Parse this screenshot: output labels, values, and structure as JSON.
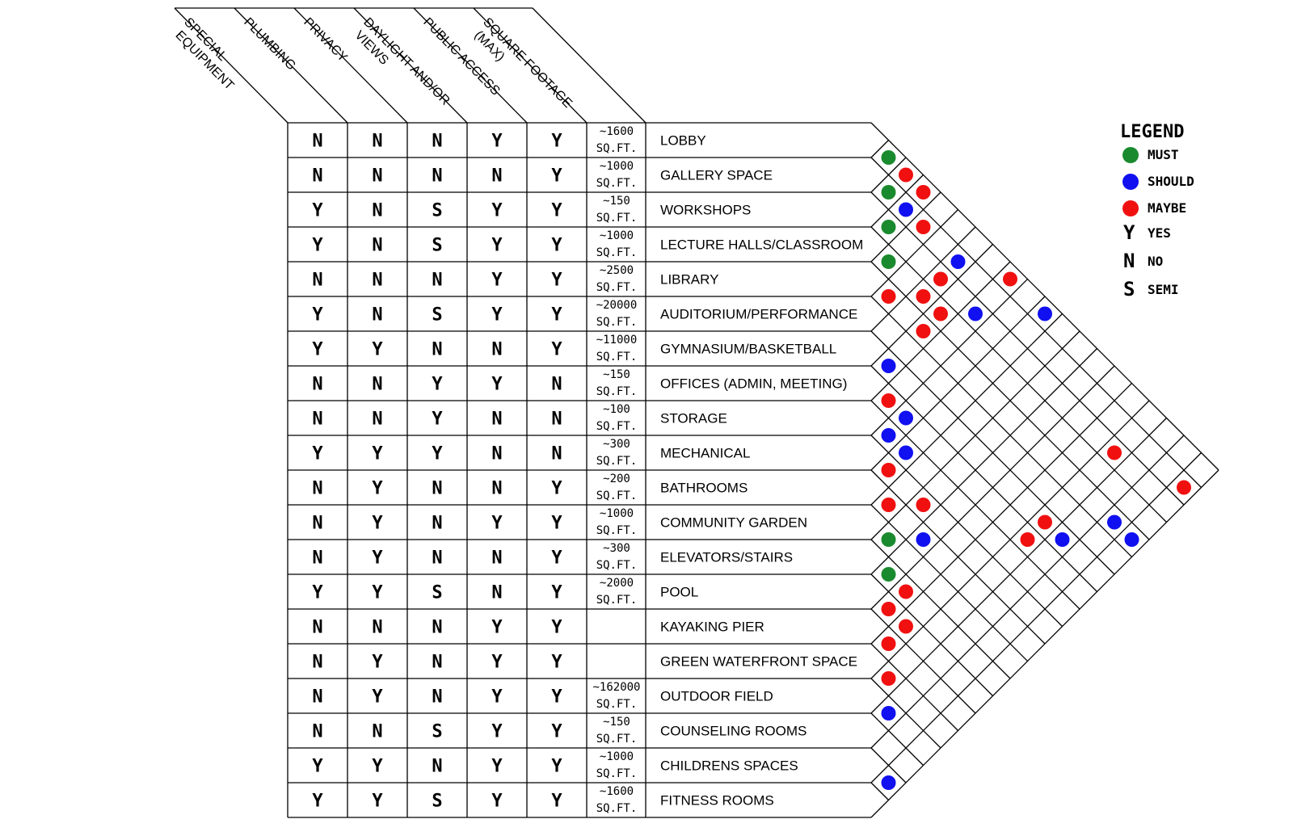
{
  "columns": [
    {
      "key": "special_equipment",
      "lines": [
        "SPECIAL",
        "EQUIPMENT"
      ]
    },
    {
      "key": "plumbing",
      "lines": [
        "PLUMBING"
      ]
    },
    {
      "key": "privacy",
      "lines": [
        "PRIVACY"
      ]
    },
    {
      "key": "daylight_views",
      "lines": [
        "DAYLIGHT AND/OR",
        "VIEWS"
      ]
    },
    {
      "key": "public_access",
      "lines": [
        "PUBLIC ACCESS"
      ]
    },
    {
      "key": "square_footage",
      "lines": [
        "SQUARE FOOTAGE",
        "(MAX)"
      ]
    }
  ],
  "rows": [
    {
      "name": "LOBBY",
      "flags": [
        "N",
        "N",
        "N",
        "Y",
        "Y"
      ],
      "sqft": [
        "~1600",
        "SQ.FT."
      ]
    },
    {
      "name": "GALLERY SPACE",
      "flags": [
        "N",
        "N",
        "N",
        "N",
        "Y"
      ],
      "sqft": [
        "~1000",
        "SQ.FT."
      ]
    },
    {
      "name": "WORKSHOPS",
      "flags": [
        "Y",
        "N",
        "S",
        "Y",
        "Y"
      ],
      "sqft": [
        "~150",
        "SQ.FT."
      ]
    },
    {
      "name": "LECTURE HALLS/CLASSROOM",
      "flags": [
        "Y",
        "N",
        "S",
        "Y",
        "Y"
      ],
      "sqft": [
        "~1000",
        "SQ.FT."
      ]
    },
    {
      "name": "LIBRARY",
      "flags": [
        "N",
        "N",
        "N",
        "Y",
        "Y"
      ],
      "sqft": [
        "~2500",
        "SQ.FT."
      ]
    },
    {
      "name": "AUDITORIUM/PERFORMANCE",
      "flags": [
        "Y",
        "N",
        "S",
        "Y",
        "Y"
      ],
      "sqft": [
        "~20000",
        "SQ.FT."
      ]
    },
    {
      "name": "GYMNASIUM/BASKETBALL",
      "flags": [
        "Y",
        "Y",
        "N",
        "N",
        "Y"
      ],
      "sqft": [
        "~11000",
        "SQ.FT."
      ]
    },
    {
      "name": "OFFICES (ADMIN, MEETING)",
      "flags": [
        "N",
        "N",
        "Y",
        "Y",
        "N"
      ],
      "sqft": [
        "~150",
        "SQ.FT."
      ]
    },
    {
      "name": "STORAGE",
      "flags": [
        "N",
        "N",
        "Y",
        "N",
        "N"
      ],
      "sqft": [
        "~100",
        "SQ.FT."
      ]
    },
    {
      "name": "MECHANICAL",
      "flags": [
        "Y",
        "Y",
        "Y",
        "N",
        "N"
      ],
      "sqft": [
        "~300",
        "SQ.FT."
      ]
    },
    {
      "name": "BATHROOMS",
      "flags": [
        "N",
        "Y",
        "N",
        "N",
        "Y"
      ],
      "sqft": [
        "~200",
        "SQ.FT."
      ]
    },
    {
      "name": "COMMUNITY GARDEN",
      "flags": [
        "N",
        "Y",
        "N",
        "Y",
        "Y"
      ],
      "sqft": [
        "~1000",
        "SQ.FT."
      ]
    },
    {
      "name": "ELEVATORS/STAIRS",
      "flags": [
        "N",
        "Y",
        "N",
        "N",
        "Y"
      ],
      "sqft": [
        "~300",
        "SQ.FT."
      ]
    },
    {
      "name": "POOL",
      "flags": [
        "Y",
        "Y",
        "S",
        "N",
        "Y"
      ],
      "sqft": [
        "~2000",
        "SQ.FT."
      ]
    },
    {
      "name": "KAYAKING PIER",
      "flags": [
        "N",
        "N",
        "N",
        "Y",
        "Y"
      ],
      "sqft": []
    },
    {
      "name": "GREEN WATERFRONT SPACE",
      "flags": [
        "N",
        "Y",
        "N",
        "Y",
        "Y"
      ],
      "sqft": []
    },
    {
      "name": "OUTDOOR FIELD",
      "flags": [
        "N",
        "Y",
        "N",
        "Y",
        "Y"
      ],
      "sqft": [
        "~162000",
        "SQ.FT."
      ]
    },
    {
      "name": "COUNSELING ROOMS",
      "flags": [
        "N",
        "N",
        "S",
        "Y",
        "Y"
      ],
      "sqft": [
        "~150",
        "SQ.FT."
      ]
    },
    {
      "name": "CHILDRENS SPACES",
      "flags": [
        "Y",
        "Y",
        "N",
        "Y",
        "Y"
      ],
      "sqft": [
        "~1000",
        "SQ.FT."
      ]
    },
    {
      "name": "FITNESS ROOMS",
      "flags": [
        "Y",
        "Y",
        "S",
        "Y",
        "Y"
      ],
      "sqft": [
        "~1600",
        "SQ.FT."
      ]
    }
  ],
  "adjacency_pairs": [
    {
      "rooms": [
        "LOBBY",
        "GALLERY SPACE"
      ],
      "level": "must"
    },
    {
      "rooms": [
        "LOBBY",
        "WORKSHOPS"
      ],
      "level": "maybe"
    },
    {
      "rooms": [
        "GALLERY SPACE",
        "WORKSHOPS"
      ],
      "level": "must"
    },
    {
      "rooms": [
        "LOBBY",
        "LECTURE HALLS/CLASSROOM"
      ],
      "level": "maybe"
    },
    {
      "rooms": [
        "GALLERY SPACE",
        "LECTURE HALLS/CLASSROOM"
      ],
      "level": "should"
    },
    {
      "rooms": [
        "WORKSHOPS",
        "LECTURE HALLS/CLASSROOM"
      ],
      "level": "must"
    },
    {
      "rooms": [
        "GALLERY SPACE",
        "LIBRARY"
      ],
      "level": "maybe"
    },
    {
      "rooms": [
        "LECTURE HALLS/CLASSROOM",
        "LIBRARY"
      ],
      "level": "must"
    },
    {
      "rooms": [
        "LIBRARY",
        "AUDITORIUM/PERFORMANCE"
      ],
      "level": "maybe"
    },
    {
      "rooms": [
        "GALLERY SPACE",
        "GYMNASIUM/BASKETBALL"
      ],
      "level": "should"
    },
    {
      "rooms": [
        "LECTURE HALLS/CLASSROOM",
        "GYMNASIUM/BASKETBALL"
      ],
      "level": "maybe"
    },
    {
      "rooms": [
        "WORKSHOPS",
        "GYMNASIUM/BASKETBALL"
      ],
      "level": "maybe"
    },
    {
      "rooms": [
        "LOBBY",
        "STORAGE"
      ],
      "level": "maybe"
    },
    {
      "rooms": [
        "LECTURE HALLS/CLASSROOM",
        "OFFICES (ADMIN, MEETING)"
      ],
      "level": "maybe"
    },
    {
      "rooms": [
        "LIBRARY",
        "OFFICES (ADMIN, MEETING)"
      ],
      "level": "maybe"
    },
    {
      "rooms": [
        "WORKSHOPS",
        "STORAGE"
      ],
      "level": "should"
    },
    {
      "rooms": [
        "LOBBY",
        "BATHROOMS"
      ],
      "level": "should"
    },
    {
      "rooms": [
        "GYMNASIUM/BASKETBALL",
        "OFFICES (ADMIN, MEETING)"
      ],
      "level": "should"
    },
    {
      "rooms": [
        "OFFICES (ADMIN, MEETING)",
        "STORAGE"
      ],
      "level": "maybe"
    },
    {
      "rooms": [
        "STORAGE",
        "MECHANICAL"
      ],
      "level": "should"
    },
    {
      "rooms": [
        "MECHANICAL",
        "BATHROOMS"
      ],
      "level": "maybe"
    },
    {
      "rooms": [
        "BATHROOMS",
        "COMMUNITY GARDEN"
      ],
      "level": "maybe"
    },
    {
      "rooms": [
        "OFFICES (ADMIN, MEETING)",
        "MECHANICAL"
      ],
      "level": "should"
    },
    {
      "rooms": [
        "STORAGE",
        "BATHROOMS"
      ],
      "level": "should"
    },
    {
      "rooms": [
        "COMMUNITY GARDEN",
        "ELEVATORS/STAIRS"
      ],
      "level": "must"
    },
    {
      "rooms": [
        "MECHANICAL",
        "ELEVATORS/STAIRS"
      ],
      "level": "maybe"
    },
    {
      "rooms": [
        "ELEVATORS/STAIRS",
        "POOL"
      ],
      "level": "must"
    },
    {
      "rooms": [
        "BATHROOMS",
        "POOL"
      ],
      "level": "should"
    },
    {
      "rooms": [
        "WORKSHOPS",
        "OUTDOOR FIELD"
      ],
      "level": "maybe"
    },
    {
      "rooms": [
        "ELEVATORS/STAIRS",
        "KAYAKING PIER"
      ],
      "level": "maybe"
    },
    {
      "rooms": [
        "GYMNASIUM/BASKETBALL",
        "OUTDOOR FIELD"
      ],
      "level": "maybe"
    },
    {
      "rooms": [
        "OFFICES (ADMIN, MEETING)",
        "OUTDOOR FIELD"
      ],
      "level": "maybe"
    },
    {
      "rooms": [
        "POOL",
        "KAYAKING PIER"
      ],
      "level": "maybe"
    },
    {
      "rooms": [
        "GYMNASIUM/BASKETBALL",
        "COUNSELING ROOMS"
      ],
      "level": "should"
    },
    {
      "rooms": [
        "LIBRARY",
        "FITNESS ROOMS"
      ],
      "level": "should"
    },
    {
      "rooms": [
        "POOL",
        "GREEN WATERFRONT SPACE"
      ],
      "level": "maybe"
    },
    {
      "rooms": [
        "GALLERY SPACE",
        "FITNESS ROOMS"
      ],
      "level": "maybe"
    },
    {
      "rooms": [
        "LIBRARY",
        "CHILDRENS SPACES"
      ],
      "level": "should"
    },
    {
      "rooms": [
        "KAYAKING PIER",
        "GREEN WATERFRONT SPACE"
      ],
      "level": "maybe"
    },
    {
      "rooms": [
        "OUTDOOR FIELD",
        "COUNSELING ROOMS"
      ],
      "level": "should"
    },
    {
      "rooms": [
        "GREEN WATERFRONT SPACE",
        "OUTDOOR FIELD"
      ],
      "level": "maybe"
    },
    {
      "rooms": [
        "CHILDRENS SPACES",
        "FITNESS ROOMS"
      ],
      "level": "should"
    }
  ],
  "legend": {
    "title": "LEGEND",
    "dots": [
      {
        "level": "must",
        "label": "MUST",
        "color": "#1a8a2e"
      },
      {
        "level": "should",
        "label": "SHOULD",
        "color": "#1010f0"
      },
      {
        "level": "maybe",
        "label": "MAYBE",
        "color": "#f01010"
      }
    ],
    "letters": [
      {
        "letter": "Y",
        "label": "YES"
      },
      {
        "letter": "N",
        "label": "NO"
      },
      {
        "letter": "S",
        "label": "SEMI"
      }
    ]
  }
}
